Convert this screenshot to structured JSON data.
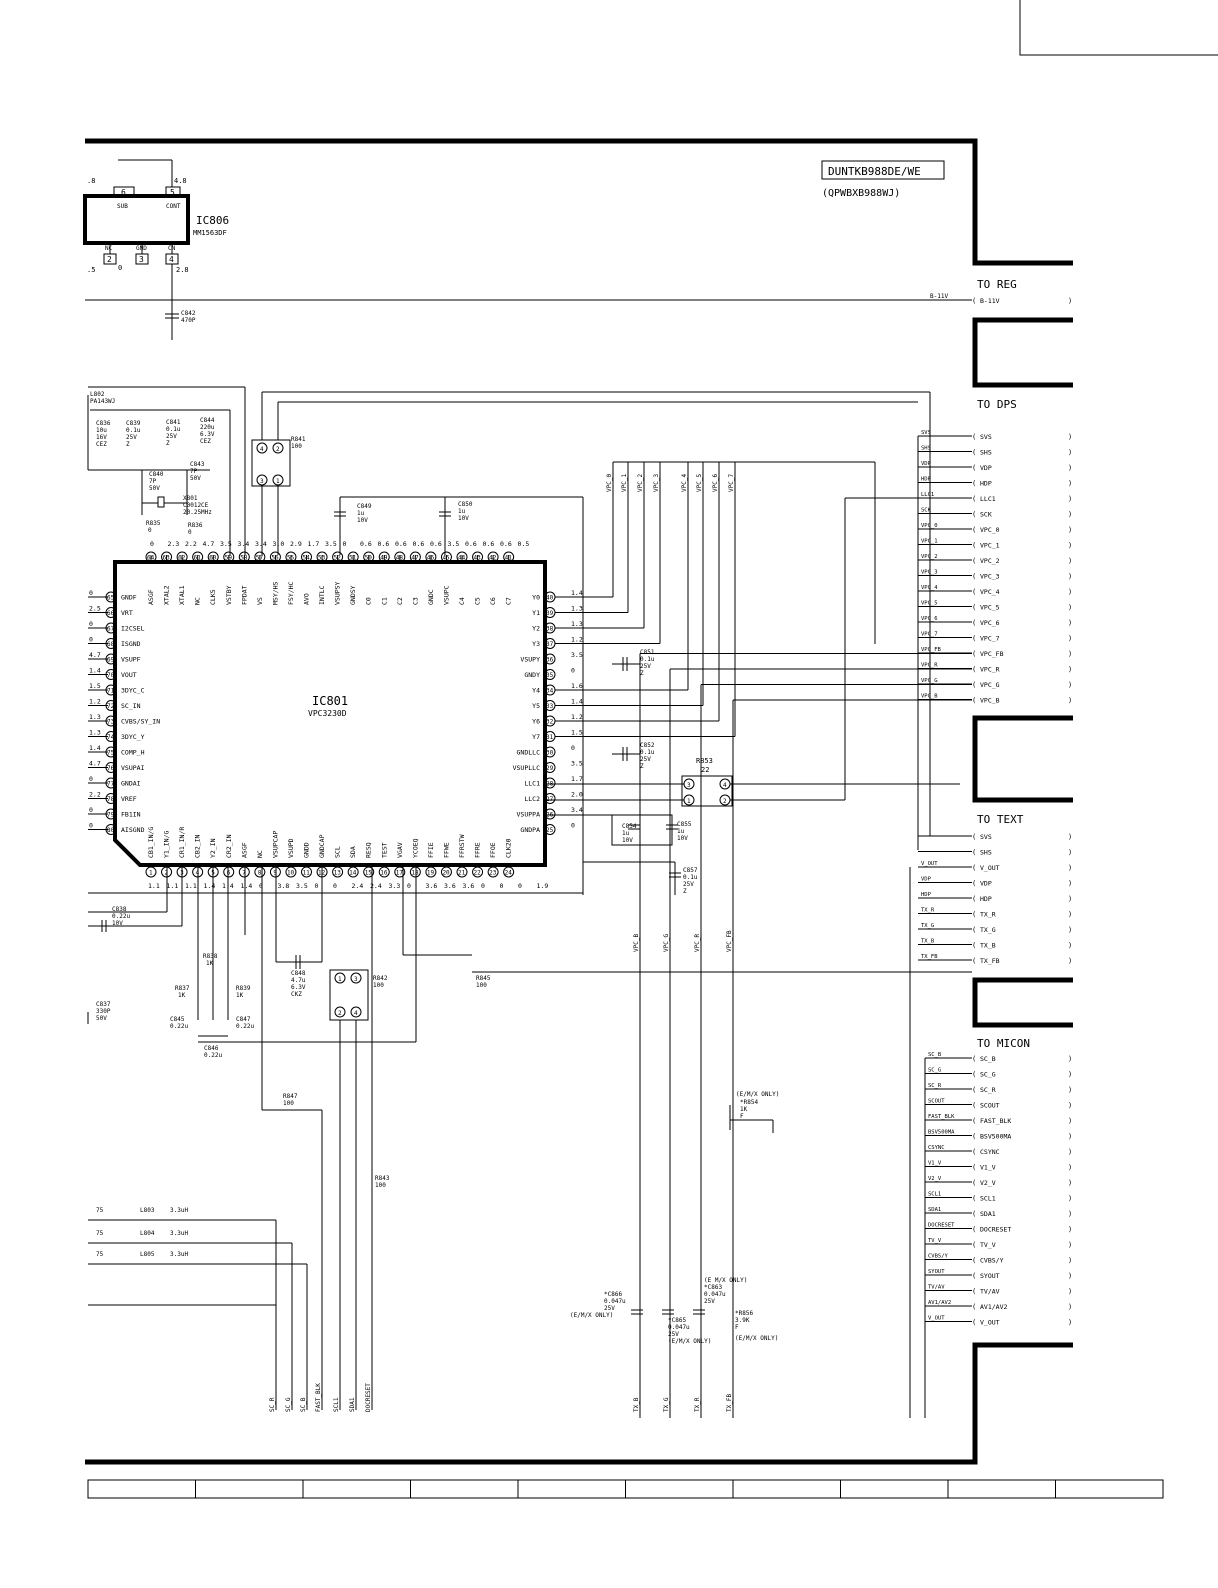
{
  "model_box": {
    "model": "DUNTKB988DE/WE",
    "pwb": "(QPWBXB988WJ)"
  },
  "connectors": {
    "reg": {
      "title": "TO REG",
      "pins": [
        "B-11V"
      ]
    },
    "dps": {
      "title": "TO DPS",
      "pins": [
        "SVS",
        "SHS",
        "VDP",
        "HDP",
        "LLC1",
        "SCK",
        "VPC_0",
        "VPC_1",
        "VPC_2",
        "VPC_3",
        "VPC_4",
        "VPC_5",
        "VPC_6",
        "VPC_7",
        "VPC_FB",
        "VPC_R",
        "VPC_G",
        "VPC_B"
      ]
    },
    "text": {
      "title": "TO TEXT",
      "pins": [
        "SVS",
        "SHS",
        "V_OUT",
        "VDP",
        "HDP",
        "TX_R",
        "TX_G",
        "TX_B",
        "TX_FB"
      ]
    },
    "micon": {
      "title": "TO MICON",
      "pins": [
        "SC_B",
        "SC_G",
        "SC_R",
        "SCOUT",
        "FAST_BLK",
        "BSV500MA",
        "CSYNC",
        "V1_V",
        "V2_V",
        "SCL1",
        "SDA1",
        "DOCRESET",
        "TV_V",
        "CVBS/Y",
        "SYOUT",
        "TV/AV",
        "AV1/AV2",
        "V_OUT"
      ]
    }
  },
  "ic801": {
    "ref": "IC801",
    "part": "VPC3230D",
    "top_pins": [
      {
        "n": "64",
        "name": "ASGF"
      },
      {
        "n": "63",
        "name": "XTAL2"
      },
      {
        "n": "62",
        "name": "XTAL1"
      },
      {
        "n": "61",
        "name": "NC"
      },
      {
        "n": "60",
        "name": "CLK5"
      },
      {
        "n": "59",
        "name": "VSTBY"
      },
      {
        "n": "58",
        "name": "FPDAT"
      },
      {
        "n": "57",
        "name": "VS"
      },
      {
        "n": "56",
        "name": "MSY/HS"
      },
      {
        "n": "55",
        "name": "FSY/HC"
      },
      {
        "n": "54",
        "name": "AVO"
      },
      {
        "n": "53",
        "name": "INTLC"
      },
      {
        "n": "52",
        "name": "VSUPSY"
      },
      {
        "n": "51",
        "name": "GNDSY"
      },
      {
        "n": "50",
        "name": "C0"
      },
      {
        "n": "49",
        "name": "C1"
      },
      {
        "n": "48",
        "name": "C2"
      },
      {
        "n": "47",
        "name": "C3"
      },
      {
        "n": "46",
        "name": "GNDC"
      },
      {
        "n": "45",
        "name": "VSUPC"
      },
      {
        "n": "44",
        "name": "C4"
      },
      {
        "n": "43",
        "name": "C5"
      },
      {
        "n": "42",
        "name": "C6"
      },
      {
        "n": "41",
        "name": "C7"
      }
    ],
    "left_pins": [
      {
        "n": "65",
        "name": "GNDF"
      },
      {
        "n": "66",
        "name": "VRT"
      },
      {
        "n": "67",
        "name": "I2CSEL"
      },
      {
        "n": "68",
        "name": "ISGND"
      },
      {
        "n": "69",
        "name": "VSUPF"
      },
      {
        "n": "70",
        "name": "VOUT"
      },
      {
        "n": "71",
        "name": "3DYC_C"
      },
      {
        "n": "72",
        "name": "SC_IN"
      },
      {
        "n": "73",
        "name": "CVBS/SY_IN"
      },
      {
        "n": "74",
        "name": "3DYC_Y"
      },
      {
        "n": "75",
        "name": "COMP_H"
      },
      {
        "n": "76",
        "name": "VSUPAI"
      },
      {
        "n": "77",
        "name": "GNDAI"
      },
      {
        "n": "78",
        "name": "VREF"
      },
      {
        "n": "79",
        "name": "FB1IN"
      },
      {
        "n": "80",
        "name": "AISGND"
      }
    ],
    "right_pins": [
      {
        "n": "40",
        "name": "Y0"
      },
      {
        "n": "39",
        "name": "Y1"
      },
      {
        "n": "38",
        "name": "Y2"
      },
      {
        "n": "37",
        "name": "Y3"
      },
      {
        "n": "36",
        "name": "VSUPY"
      },
      {
        "n": "35",
        "name": "GNDY"
      },
      {
        "n": "34",
        "name": "Y4"
      },
      {
        "n": "33",
        "name": "Y5"
      },
      {
        "n": "32",
        "name": "Y6"
      },
      {
        "n": "31",
        "name": "Y7"
      },
      {
        "n": "30",
        "name": "GNDLLC"
      },
      {
        "n": "29",
        "name": "VSUPLLC"
      },
      {
        "n": "28",
        "name": "LLC1"
      },
      {
        "n": "27",
        "name": "LLC2"
      },
      {
        "n": "26",
        "name": "VSUPPA"
      },
      {
        "n": "25",
        "name": "GNDPA"
      }
    ],
    "bottom_pins": [
      {
        "n": "1",
        "name": "CB1_IN/G"
      },
      {
        "n": "2",
        "name": "Y1_IN/G"
      },
      {
        "n": "3",
        "name": "CR1_IN/R"
      },
      {
        "n": "4",
        "name": "CB2_IN"
      },
      {
        "n": "5",
        "name": "Y2_IN"
      },
      {
        "n": "6",
        "name": "CR2_IN"
      },
      {
        "n": "7",
        "name": "ASGF"
      },
      {
        "n": "8",
        "name": "NC"
      },
      {
        "n": "9",
        "name": "VSUPCAP"
      },
      {
        "n": "10",
        "name": "VSUPD"
      },
      {
        "n": "11",
        "name": "GNDD"
      },
      {
        "n": "12",
        "name": "GNDCAP"
      },
      {
        "n": "13",
        "name": "SCL"
      },
      {
        "n": "14",
        "name": "SDA"
      },
      {
        "n": "15",
        "name": "RESQ"
      },
      {
        "n": "16",
        "name": "TEST"
      },
      {
        "n": "17",
        "name": "VGAV"
      },
      {
        "n": "18",
        "name": "YCOEQ"
      },
      {
        "n": "19",
        "name": "FFIE"
      },
      {
        "n": "20",
        "name": "FFWE"
      },
      {
        "n": "21",
        "name": "FFRSTW"
      },
      {
        "n": "22",
        "name": "FFRE"
      },
      {
        "n": "23",
        "name": "FFOE"
      },
      {
        "n": "24",
        "name": "CLK20"
      }
    ]
  },
  "ic806": {
    "ref": "IC806",
    "part": "MM1563DF",
    "pins": [
      {
        "n": "6",
        "name": "SUB"
      },
      {
        "n": "5",
        "name": "CONT"
      },
      {
        "n": "2",
        "name": "NC"
      },
      {
        "n": "3",
        "name": "GND"
      },
      {
        "n": "4",
        "name": "CN"
      }
    ],
    "voltages": [
      ".8",
      "4.8",
      ".5",
      "0",
      "2.8"
    ]
  },
  "components": [
    {
      "ref": "C836",
      "val": [
        "10u",
        "16V",
        "CEZ"
      ]
    },
    {
      "ref": "C839",
      "val": [
        "0.1u",
        "25V",
        "Z"
      ]
    },
    {
      "ref": "C841",
      "val": [
        "0.1u",
        "25V",
        "Z"
      ]
    },
    {
      "ref": "C844",
      "val": [
        "220u",
        "6.3V",
        "CEZ"
      ]
    },
    {
      "ref": "C843",
      "val": [
        "7P",
        "50V"
      ]
    },
    {
      "ref": "C840",
      "val": [
        "7P",
        "50V"
      ]
    },
    {
      "ref": "X801",
      "val": [
        "C0012CE",
        "20.25MHz"
      ]
    },
    {
      "ref": "R835",
      "val": [
        "0"
      ]
    },
    {
      "ref": "R836",
      "val": [
        "0"
      ]
    },
    {
      "ref": "R841",
      "val": [
        "100"
      ]
    },
    {
      "ref": "C849",
      "val": [
        "1u",
        "10V"
      ]
    },
    {
      "ref": "C850",
      "val": [
        "1u",
        "10V"
      ]
    },
    {
      "ref": "C842",
      "val": [
        "470P"
      ]
    },
    {
      "ref": "L802",
      "val": [
        "PA143WJ"
      ]
    },
    {
      "ref": "C851",
      "val": [
        "0.1u",
        "25V",
        "Z"
      ]
    },
    {
      "ref": "C852",
      "val": [
        "0.1u",
        "25V",
        "Z"
      ]
    },
    {
      "ref": "R853",
      "val": [
        "22"
      ]
    },
    {
      "ref": "C854",
      "val": [
        "1u",
        "10V"
      ]
    },
    {
      "ref": "C855",
      "val": [
        "1u",
        "10V"
      ]
    },
    {
      "ref": "C857",
      "val": [
        "0.1u",
        "25V",
        "Z"
      ]
    },
    {
      "ref": "C838",
      "val": [
        "0.22u",
        "10V"
      ]
    },
    {
      "ref": "C837",
      "val": [
        "330P",
        "50V"
      ]
    },
    {
      "ref": "R838",
      "val": [
        "1K"
      ]
    },
    {
      "ref": "R837",
      "val": [
        "1K"
      ]
    },
    {
      "ref": "R839",
      "val": [
        "1K"
      ]
    },
    {
      "ref": "C845",
      "val": [
        "0.22u"
      ]
    },
    {
      "ref": "C847",
      "val": [
        "0.22u"
      ]
    },
    {
      "ref": "C846",
      "val": [
        "0.22u"
      ]
    },
    {
      "ref": "C848",
      "val": [
        "4.7u",
        "6.3V",
        "CKZ"
      ]
    },
    {
      "ref": "R842",
      "val": [
        "100"
      ]
    },
    {
      "ref": "R845",
      "val": [
        "100"
      ]
    },
    {
      "ref": "R847",
      "val": [
        "100"
      ]
    },
    {
      "ref": "R843",
      "val": [
        "100"
      ]
    },
    {
      "ref": "L803",
      "val": [
        "3.3uH"
      ]
    },
    {
      "ref": "L804",
      "val": [
        "3.3uH"
      ]
    },
    {
      "ref": "L805",
      "val": [
        "3.3uH"
      ]
    }
  ],
  "option_notes": {
    "r854": "(E/M/X ONLY)",
    "r854_ref": "*R854",
    "r854_val": [
      "1K",
      "F"
    ],
    "c866": [
      "*C866",
      "0.047u",
      "25V",
      "(E/M/X ONLY)"
    ],
    "c865": [
      "*C865",
      "0.047u",
      "25V",
      "(E/M/X ONLY)"
    ],
    "c863": [
      "(E M/X ONLY)",
      "*C863",
      "0.047u",
      "25V"
    ],
    "r856": [
      "*R856",
      "3.9K",
      "F",
      "(E/M/X ONLY)"
    ]
  },
  "bottom_labels": [
    "SC_R",
    "SC_G",
    "SC_B",
    "FAST_BLK",
    "SCL1",
    "SDA1",
    "DOCRESET",
    "TX_B",
    "TX_G",
    "TX_R",
    "TX_FB"
  ],
  "vertical_labels": [
    "VPC_0",
    "VPC_1",
    "VPC_2",
    "VPC_3",
    "VPC_4",
    "VPC_5",
    "VPC_6",
    "VPC_7"
  ],
  "mid_vertical_labels": [
    "VPC_B",
    "VPC_G",
    "VPC_R",
    "VPC_FB"
  ],
  "wire_labels": [
    "SVS",
    "SHS",
    "VDP",
    "HDP",
    "LLC1",
    "SCK",
    "VPC_0",
    "VPC_1",
    "VPC_2",
    "VPC_3",
    "VPC_4",
    "VPC_5",
    "VPC_6",
    "VPC_7",
    "VPC_FB",
    "VPC_R",
    "VPC_G",
    "VPC_B"
  ],
  "text_wire_labels": [
    "V_OUT",
    "VDP",
    "HDP",
    "TX_R",
    "TX_G",
    "TX_B",
    "TX_FB"
  ],
  "micon_wire_labels": [
    "SC_B",
    "SC_G",
    "SC_R",
    "SCOUT",
    "FAST_BLK",
    "BSV500MA",
    "CSYNC",
    "V1_V",
    "V2_V",
    "SCL1",
    "SDA1",
    "DOCRESET",
    "TV_V",
    "CVBS/Y",
    "SYOUT",
    "TV/AV",
    "AV1/AV2",
    "V_OUT"
  ],
  "b11v_wire": "B-11V",
  "r_75": "75",
  "ic801_top_voltages": [
    "0",
    "2.3",
    "2.2",
    "4.7",
    "3.5",
    "3.4",
    "3.4",
    "3.0",
    "2.9",
    "1.7",
    "3.5",
    "0",
    "0.6",
    "0.6",
    "0.6",
    "0.6",
    "0.6",
    "3.5",
    "0.6",
    "0.6",
    "0.6",
    "0.5"
  ],
  "ic801_right_voltages": [
    "1.4",
    "1.3",
    "1.3",
    "1.2",
    "3.5",
    "0",
    "1.6",
    "1.4",
    "1.2",
    "1.5",
    "0",
    "3.5",
    "1.7",
    "2.0",
    "3.4",
    "0"
  ],
  "ic801_left_voltages": [
    "0",
    "2.5",
    "0",
    "0",
    "4.7",
    "1.4",
    "1.5",
    "1.2",
    "1.3",
    "1.3",
    "1.4",
    "4.7",
    "0",
    "2.2",
    "0",
    "0"
  ],
  "ic801_bottom_voltages": [
    "1.1",
    "1.1",
    "1.1",
    "1.4",
    "1.4",
    "1.4",
    "0",
    "3.8",
    "3.5",
    "0",
    "0",
    "2.4",
    "2.4",
    "3.3",
    "0",
    "3.6",
    "3.6",
    "3.6",
    "0",
    "0",
    "0",
    "1.9"
  ],
  "frame_label_ncx": "NC"
}
